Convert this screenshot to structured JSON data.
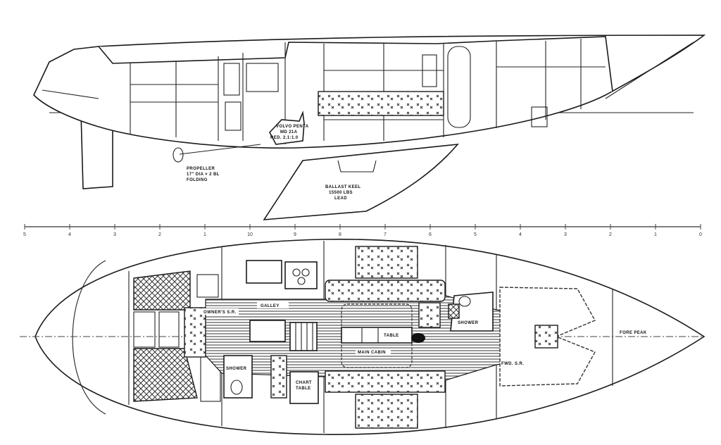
{
  "profile": {
    "labels": {
      "engine": [
        "VOLVO PENTA",
        "MD 21A",
        "RED. 2.1:1.0"
      ],
      "propeller": [
        "PROPELLER",
        "17\" DIA × 2 BL",
        "FOLDING"
      ],
      "keel": [
        "BALLAST KEEL",
        "15500 LBS",
        "LEAD"
      ]
    }
  },
  "scale": {
    "ticks": [
      "5",
      "4",
      "3",
      "2",
      "1",
      "10",
      "9",
      "8",
      "7",
      "6",
      "5",
      "4",
      "3",
      "2",
      "1",
      "0"
    ]
  },
  "plan": {
    "labels": {
      "galley": "GALLEY",
      "owners_sr": "OWNER'S S.R.",
      "shower_aft": "SHOWER",
      "chart_table": [
        "CHART",
        "TABLE"
      ],
      "table": "TABLE",
      "main_cabin": "MAIN CABIN",
      "shower_fwd": "SHOWER",
      "fwd_sr": "FWD. S.R.",
      "fore_peak": "FORE PEAK"
    }
  },
  "colors": {
    "ink": "#1a1a1a",
    "paper": "#ffffff"
  }
}
